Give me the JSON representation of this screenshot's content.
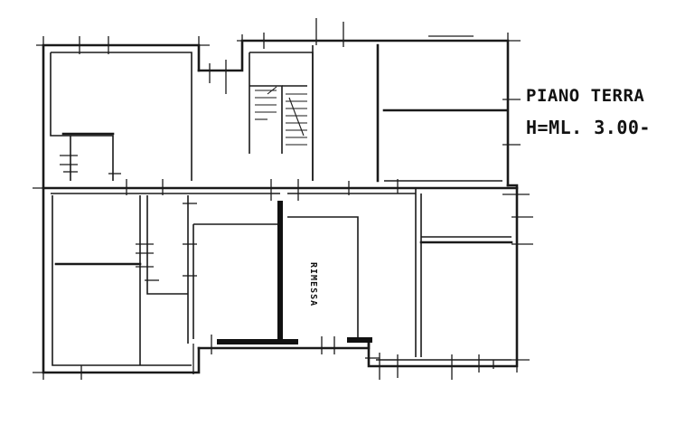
{
  "plan": {
    "title": "PIANO TERRA",
    "height_label": "H=ML. 3.00-",
    "room_label": "RIMESSA",
    "colors": {
      "ink": "#1a1a1a",
      "background": "#ffffff"
    }
  }
}
